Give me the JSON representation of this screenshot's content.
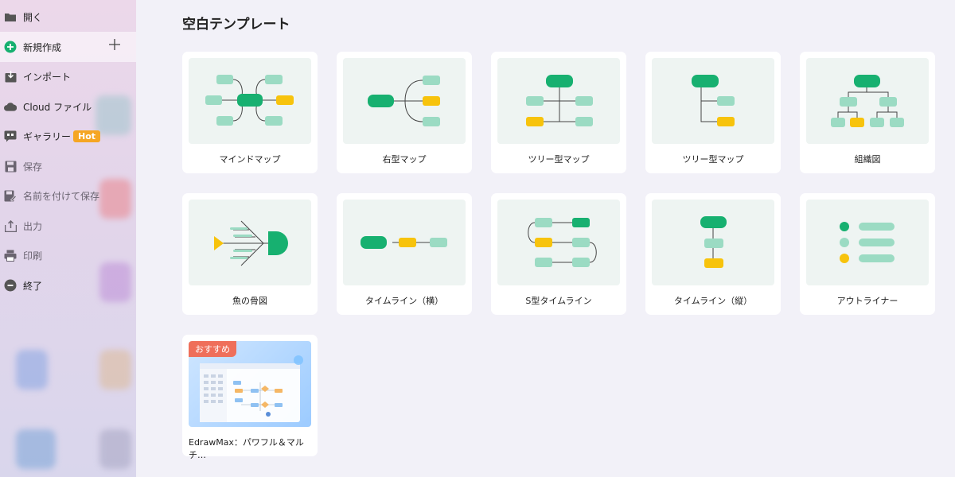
{
  "sidebar": {
    "items": [
      {
        "label": "開く",
        "icon": "folder-icon"
      },
      {
        "label": "新規作成",
        "icon": "plus-circle-icon"
      },
      {
        "label": "インポート",
        "icon": "import-icon"
      },
      {
        "label": "Cloud ファイル",
        "icon": "cloud-icon"
      },
      {
        "label": "ギャラリー",
        "icon": "gallery-icon",
        "badge": "Hot"
      },
      {
        "label": "保存",
        "icon": "save-icon"
      },
      {
        "label": "名前を付けて保存",
        "icon": "save-as-icon"
      },
      {
        "label": "出力",
        "icon": "export-icon"
      },
      {
        "label": "印刷",
        "icon": "print-icon"
      },
      {
        "label": "終了",
        "icon": "exit-icon"
      }
    ]
  },
  "main": {
    "title": "空白テンプレート",
    "templates": [
      {
        "label": "マインドマップ"
      },
      {
        "label": "右型マップ"
      },
      {
        "label": "ツリー型マップ"
      },
      {
        "label": "ツリー型マップ"
      },
      {
        "label": "組織図"
      },
      {
        "label": "魚の骨図"
      },
      {
        "label": "タイムライン（横）"
      },
      {
        "label": "S型タイムライン"
      },
      {
        "label": "タイムライン（縦）"
      },
      {
        "label": "アウトライナー"
      }
    ],
    "promo": {
      "badge": "おすすめ",
      "label": "EdrawMax：パワフル＆マルチ…"
    }
  },
  "colors": {
    "dark_green": "#17b070",
    "light_green": "#9bdbc3",
    "yellow": "#f7c30c",
    "promo_badge": "#ef6f5a",
    "hot_badge": "#f5a623"
  }
}
